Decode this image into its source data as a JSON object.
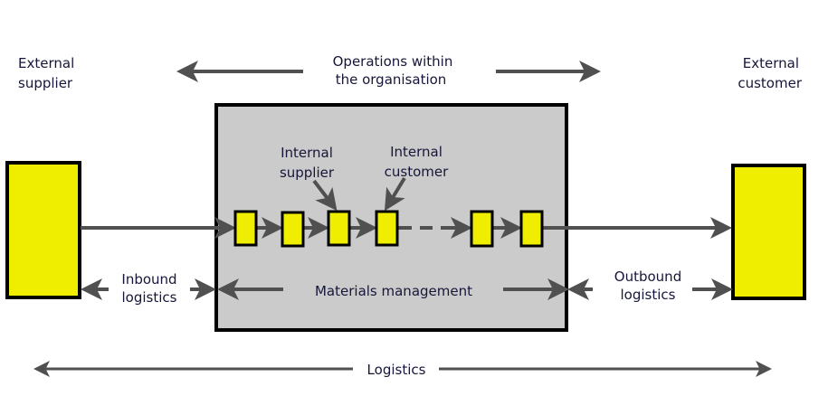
{
  "labels": {
    "external_supplier": [
      "External",
      "supplier"
    ],
    "external_customer": [
      "External",
      "customer"
    ],
    "operations": [
      "Operations within",
      "the organisation"
    ],
    "internal_supplier": [
      "Internal",
      "supplier"
    ],
    "internal_customer": [
      "Internal",
      "customer"
    ],
    "materials_management": "Materials management",
    "inbound_logistics": [
      "Inbound",
      "logistics"
    ],
    "outbound_logistics": [
      "Outbound",
      "logistics"
    ],
    "logistics": "Logistics"
  },
  "colors": {
    "node_fill": "#f0ee00",
    "organisation_fill": "#cbcbcb",
    "arrow": "#505050",
    "outline": "#000000",
    "text": "#16163a"
  }
}
